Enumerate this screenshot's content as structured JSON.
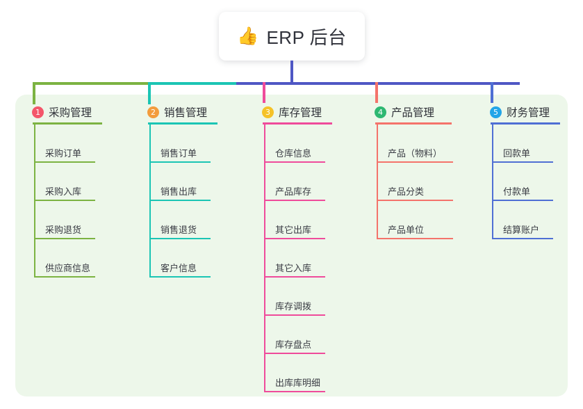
{
  "root": {
    "icon": "thumbs-up-icon",
    "icon_glyph": "👍",
    "title": "ERP 后台"
  },
  "theme": {
    "panel_bg": "#edf7ea",
    "page_bg": "#ffffff",
    "stem_color": "#4f57c4",
    "text_color": "#2f3138"
  },
  "columns": [
    {
      "index": "1",
      "badge_color": "#f4566a",
      "line_color": "#7cb342",
      "title": "采购管理",
      "items": [
        {
          "label": "采购订单"
        },
        {
          "label": "采购入库"
        },
        {
          "label": "采购退货"
        },
        {
          "label": "供应商信息"
        }
      ]
    },
    {
      "index": "2",
      "badge_color": "#f39c3d",
      "line_color": "#1bc5b4",
      "title": "销售管理",
      "items": [
        {
          "label": "销售订单"
        },
        {
          "label": "销售出库"
        },
        {
          "label": "销售退货"
        },
        {
          "label": "客户信息"
        }
      ]
    },
    {
      "index": "3",
      "badge_color": "#f5c228",
      "line_color": "#ef4b9b",
      "title": "库存管理",
      "items": [
        {
          "label": "仓库信息"
        },
        {
          "label": "产品库存"
        },
        {
          "label": "其它出库"
        },
        {
          "label": "其它入库"
        },
        {
          "label": "库存调拨"
        },
        {
          "label": "库存盘点"
        },
        {
          "label": "出库库明细"
        }
      ]
    },
    {
      "index": "4",
      "badge_color": "#2eb872",
      "line_color": "#f4736b",
      "title": "产品管理",
      "items": [
        {
          "label": "产品（物料）"
        },
        {
          "label": "产品分类"
        },
        {
          "label": "产品单位"
        }
      ]
    },
    {
      "index": "5",
      "badge_color": "#22a5e8",
      "line_color": "#4f6fd4",
      "title": "财务管理",
      "items": [
        {
          "label": "回款单"
        },
        {
          "label": "付款单"
        },
        {
          "label": "结算账户"
        }
      ]
    }
  ]
}
